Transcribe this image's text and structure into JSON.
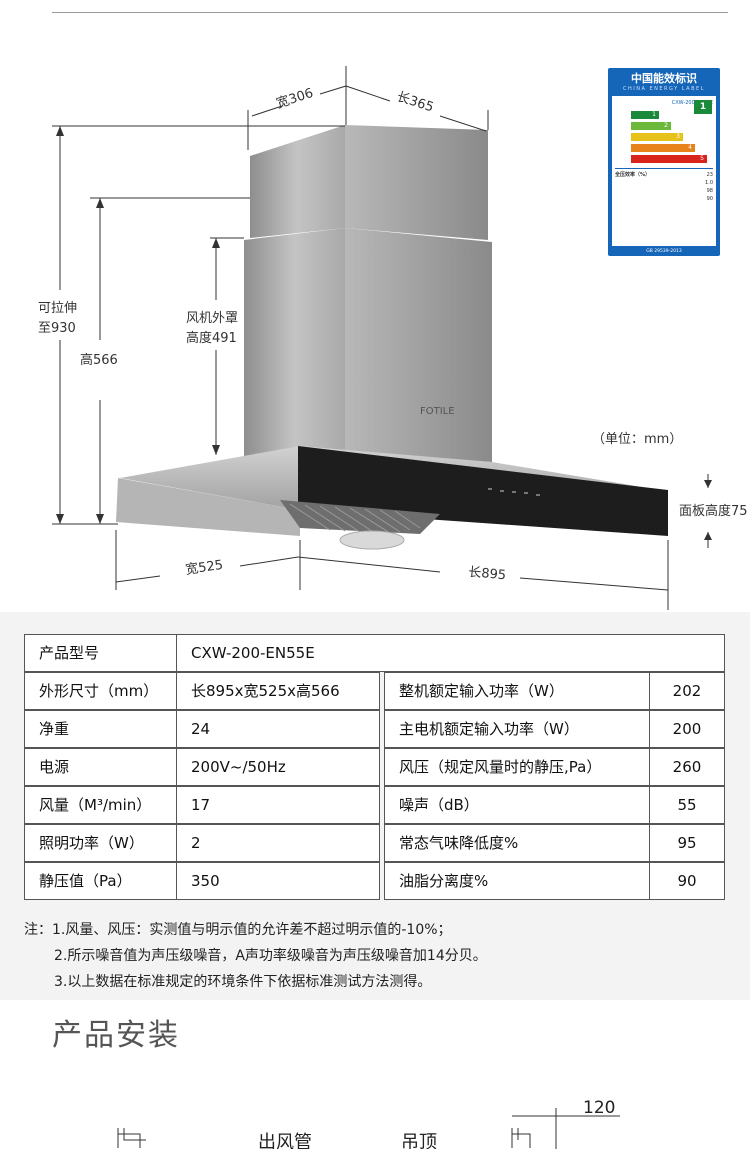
{
  "diagram": {
    "width_top": "宽306",
    "length_top": "长365",
    "extend_label_1": "可拉伸",
    "extend_label_2": "至930",
    "height_total": "高566",
    "fan_cover_1": "风机外罩",
    "fan_cover_2": "高度491",
    "unit": "（单位：mm）",
    "panel_height": "面板高度75",
    "width_bottom": "宽525",
    "length_bottom": "长895",
    "brand": "FOTILE"
  },
  "energy_label": {
    "title": "中国能效标识",
    "subtitle": "CHINA ENERGY LABEL",
    "model": "CXW-200-EN55E",
    "grade": "1",
    "grades": [
      "1",
      "2",
      "3",
      "4",
      "5"
    ],
    "grade_colors": [
      "#1a8a3a",
      "#6cb83a",
      "#e6c21a",
      "#e8821a",
      "#d9241c"
    ],
    "row1_label": "全压效率（%）",
    "row1_value": "23",
    "row2_value": "1.0",
    "row3_value": "98",
    "row4_value": "90",
    "standard": "GB 29539-2013"
  },
  "specs": {
    "model_label": "产品型号",
    "model_value": "CXW-200-EN55E",
    "left": [
      {
        "label": "外形尺寸（mm）",
        "value": "长895x宽525x高566"
      },
      {
        "label": "净重",
        "value": "24"
      },
      {
        "label": "电源",
        "value": "200V~/50Hz"
      },
      {
        "label": "风量（M³/min）",
        "value": "17"
      },
      {
        "label": "照明功率（W）",
        "value": "2"
      },
      {
        "label": "静压值（Pa）",
        "value": "350"
      }
    ],
    "right": [
      {
        "label": "整机额定输入功率（W）",
        "value": "202"
      },
      {
        "label": "主电机额定输入功率（W）",
        "value": "200"
      },
      {
        "label": "风压（规定风量时的静压,Pa）",
        "value": "260"
      },
      {
        "label": "噪声（dB）",
        "value": "55"
      },
      {
        "label": "常态气味降低度%",
        "value": "95"
      },
      {
        "label": "油脂分离度%",
        "value": "90"
      }
    ]
  },
  "notes": {
    "n1": "注：1.风量、风压：实测值与明示值的允许差不超过明示值的-10%；",
    "n2": "2.所示噪音值为声压级噪音，A声功率级噪音为声压级噪音加14分贝。",
    "n3": "3.以上数据在标准规定的环境条件下依据标准测试方法测得。"
  },
  "install": {
    "title": "产品安装",
    "duct": "出风管",
    "ceiling": "吊顶",
    "dimension": "120"
  }
}
